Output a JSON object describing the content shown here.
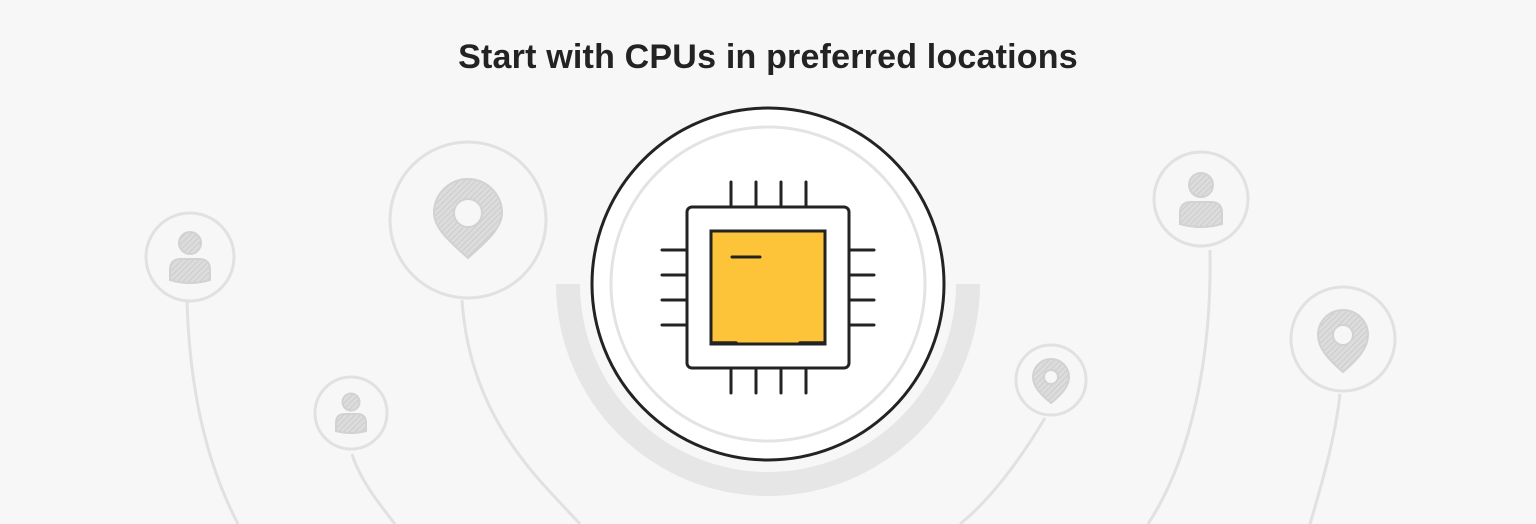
{
  "title": "Start with CPUs in preferred locations",
  "colors": {
    "background": "#f7f7f7",
    "line": "#e1e1e1",
    "icon_fill": "#d8d8d8",
    "icon_hatch": "#c9c9c9",
    "chip_stroke": "#232323",
    "chip_core": "#fdc43a"
  },
  "nodes": [
    {
      "id": "user-node-left",
      "icon": "user-icon"
    },
    {
      "id": "location-node-left",
      "icon": "location-pin-icon"
    },
    {
      "id": "user-node-lower-left",
      "icon": "user-icon"
    },
    {
      "id": "cpu-node-center",
      "icon": "cpu-chip-icon"
    },
    {
      "id": "location-node-lower-right",
      "icon": "location-pin-icon"
    },
    {
      "id": "user-node-right",
      "icon": "user-icon"
    },
    {
      "id": "location-node-right",
      "icon": "location-pin-icon"
    }
  ]
}
